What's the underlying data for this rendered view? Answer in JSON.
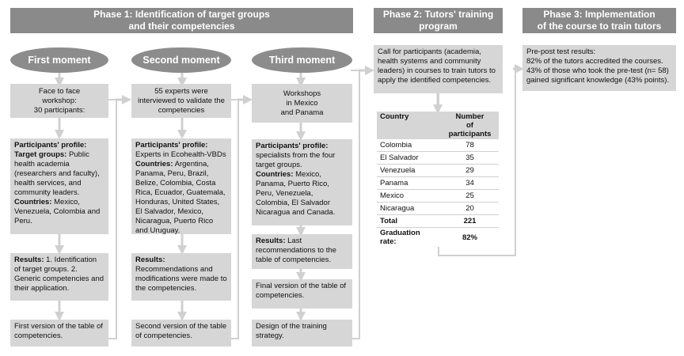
{
  "phase1": {
    "title": "Phase 1: Identification of target groups\nand their competencies",
    "moments": [
      {
        "label": "First moment",
        "step1": "Face to face\nworkshop:\n30 participants:",
        "profile_head": "Participants' profile:",
        "target_label": "Target groups:",
        "target_text": "Public health academia (researchers and faculty), health services, and community leaders.",
        "countries_label": "Countries:",
        "countries_text": "Mexico, Venezuela, Colombia and Peru.",
        "results_label": "Results:",
        "results_text": "1. Identification of target groups. 2. Generic competencies and their application.",
        "final": "First version of the table of competencies."
      },
      {
        "label": "Second moment",
        "step1": "55 experts were\ninterviewed to validate the\ncompetencies",
        "profile_head": "Participants' profile:",
        "profile_text": "Experts in Ecohealth-VBDs",
        "countries_label": "Countries:",
        "countries_text": "Argentina, Panama, Peru, Brazil, Belize, Colombia, Costa Rica, Ecuador, Guatemala, Honduras, United States, El Salvador, Mexico, Nicaragua, Puerto Rico and Uruguay.",
        "results_label": "Results:",
        "results_text": "Recommendations and modifications were made to the competencies.",
        "final": "Second version of the table of competencies."
      },
      {
        "label": "Third moment",
        "step1": "Workshops\nin Mexico\nand Panama",
        "profile_head": "Participants' profile:",
        "profile_text": "specialists from the four target groups.",
        "countries_label": "Countries:",
        "countries_text": "Mexico, Panama, Puerto Rico, Peru, Venezuela, Colombia, El Salvador Nicaragua and Canada.",
        "results_label": "Results:",
        "results_text": "Last recommendations to the table of competencies.",
        "final_version": "Final version of the table of competencies.",
        "design": "Design of the training strategy."
      }
    ]
  },
  "phase2": {
    "title": "Phase 2: Tutors' training\nprogram",
    "call": "Call for participants (academia, health systems and community leaders) in courses to train tutors to apply the identified competencies.",
    "table": {
      "col_country": "Country",
      "col_number": "Number\nof participants",
      "rows": [
        {
          "country": "Colombia",
          "n": "78"
        },
        {
          "country": "El Salvador",
          "n": "35"
        },
        {
          "country": "Venezuela",
          "n": "29"
        },
        {
          "country": "Panama",
          "n": "34"
        },
        {
          "country": "Mexico",
          "n": "25"
        },
        {
          "country": "Nicaragua",
          "n": "20"
        }
      ],
      "total_label": "Total",
      "total_value": "221",
      "grad_label": "Graduation rate:",
      "grad_value": "82%"
    }
  },
  "phase3": {
    "title": "Phase 3: Implementation\nof the course to train tutors",
    "result_l1": "Pre-post test results:",
    "result_l2": "82% of the tutors accredited the courses.",
    "result_l3": "43% of those who took the pre-test (n= 58) gained significant knowledge (43% points)."
  }
}
